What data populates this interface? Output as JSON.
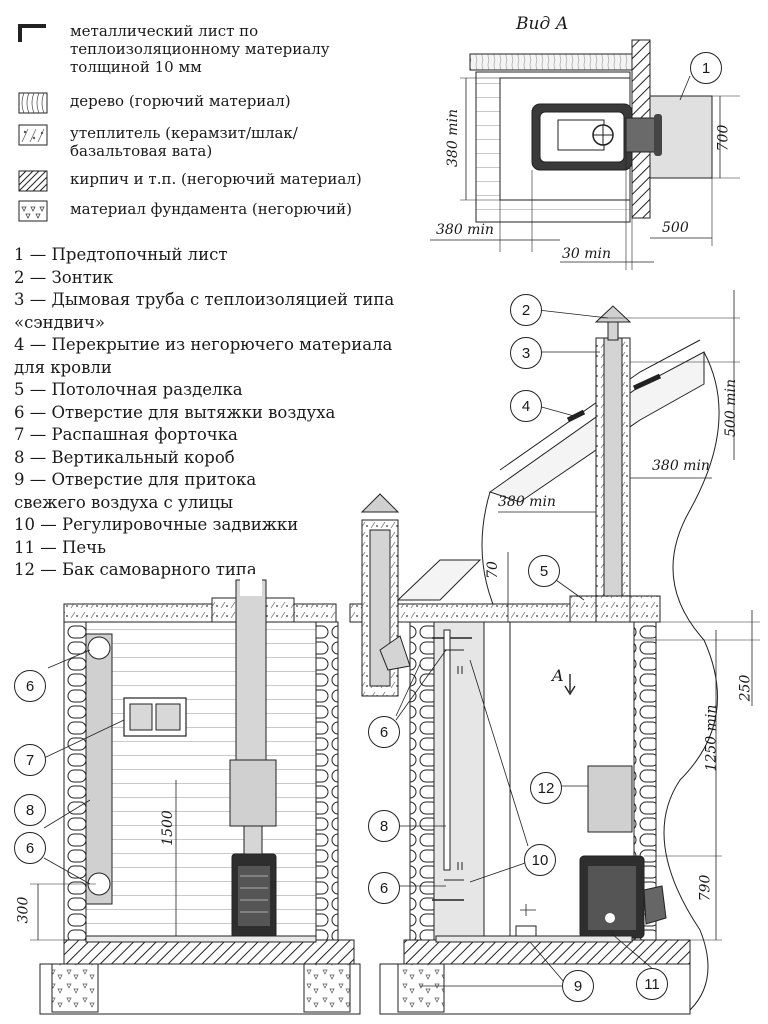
{
  "legend": [
    {
      "swatch": "metal-sheet",
      "text": "металлический лист по\nтеплоизоляционному материалу\nтолщиной 10 мм"
    },
    {
      "swatch": "wood",
      "text": "дерево (горючий материал)"
    },
    {
      "swatch": "insulation",
      "text": "утеплитель (керамзит/шлак/\nбазальтовая вата)"
    },
    {
      "swatch": "brick",
      "text": "кирпич и т.п. (негорючий материал)"
    },
    {
      "swatch": "foundation",
      "text": "материал фундамента (негорючий)"
    }
  ],
  "numbered_list": [
    "1 — Предтопочный лист",
    "2 — Зонтик",
    "3 — Дымовая труба с теплоизоляцией типа",
    "«сэндвич»",
    "4 — Перекрытие из негорючего материала",
    "для кровли",
    "5 — Потолочная разделка",
    "6 — Отверстие для вытяжки воздуха",
    "7 — Распашная форточка",
    "8 — Вертикальный короб",
    "9 — Отверстие для притока",
    "свежего воздуха с улицы",
    "10 — Регулировочные задвижки",
    "11 — Печь",
    "12 — Бак самоварного типа"
  ],
  "view_a_title": "Вид А",
  "dimensions": {
    "d380_vertical": "380 min",
    "d700": "700",
    "d380_bottom": "380 min",
    "d500": "500",
    "d30": "30 min",
    "d500_roof": "500 min",
    "d380_right": "380 min",
    "d380_left": "380 min",
    "d70": "70",
    "d250": "250",
    "d1250": "1250 min",
    "d790": "790",
    "d1500": "1500",
    "d300": "300",
    "arrow_a": "A"
  },
  "callouts": {
    "c1": "1",
    "c2": "2",
    "c3": "3",
    "c4": "4",
    "c5": "5",
    "c6a": "6",
    "c7": "7",
    "c8a": "8",
    "c6b": "6",
    "c6c": "6",
    "c8b": "8",
    "c6d": "6",
    "c10": "10",
    "c12": "12",
    "c9": "9",
    "c11": "11"
  },
  "colors": {
    "line": "#222222",
    "wood_fill": "#f2f2f2",
    "gray_fill": "#d9d9d9",
    "insul_fill": "#ffffff"
  }
}
